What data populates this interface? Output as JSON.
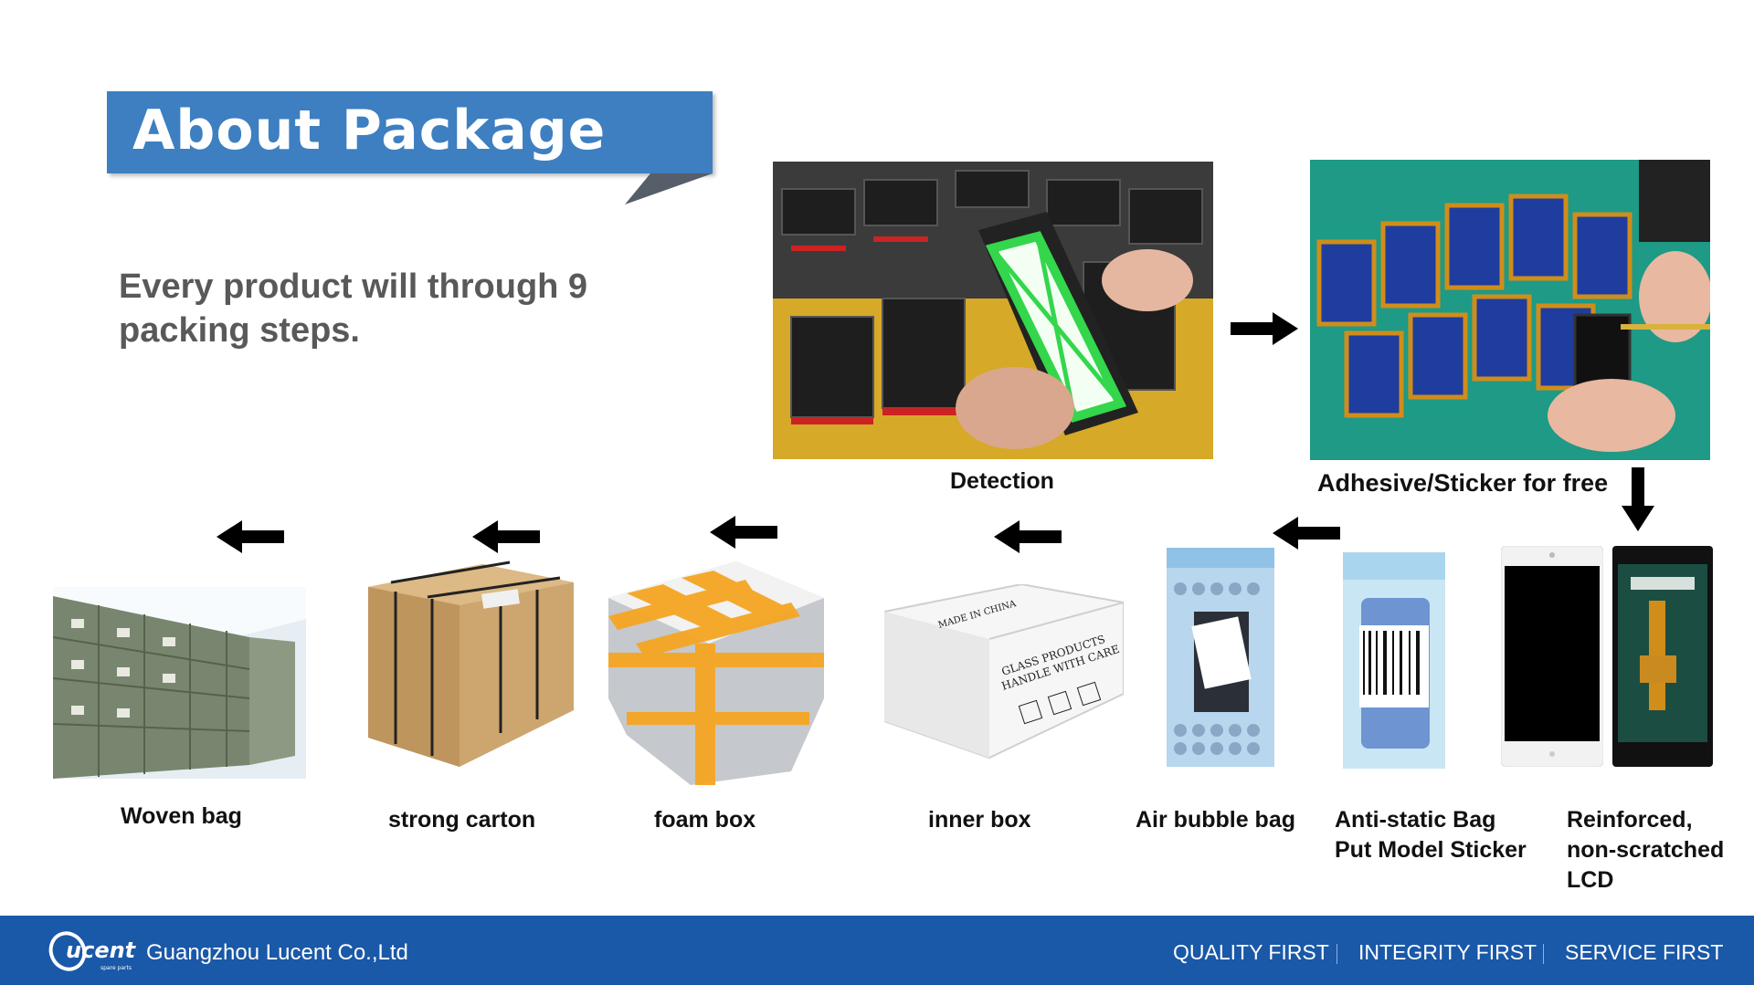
{
  "banner": {
    "title": "About  Package"
  },
  "intro": "Every product will through 9 packing steps.",
  "steps": {
    "detection": "Detection",
    "adhesive": "Adhesive/Sticker for free",
    "woven": "Woven bag",
    "carton": "strong carton",
    "foam": "foam box",
    "inner": "inner box",
    "bubble": "Air bubble bag",
    "antistatic_1": "Anti-static Bag",
    "antistatic_2": "Put Model Sticker",
    "lcd_1": "Reinforced,",
    "lcd_2": "non-scratched",
    "lcd_3": "LCD"
  },
  "inner_box_print": {
    "line1": "GLASS PRODUCTS",
    "line2": "HANDLE WITH CARE",
    "line3": "MADE IN CHINA"
  },
  "footer": {
    "logo_text": "ucent",
    "logo_sub": "spare parts",
    "company": "Guangzhou Lucent Co.,Ltd",
    "mottos": [
      "QUALITY FIRST",
      "INTEGRITY FIRST",
      "SERVICE FIRST"
    ]
  },
  "colors": {
    "banner": "#3d7fc1",
    "footer": "#1a58a8",
    "intro_text": "#595959"
  }
}
